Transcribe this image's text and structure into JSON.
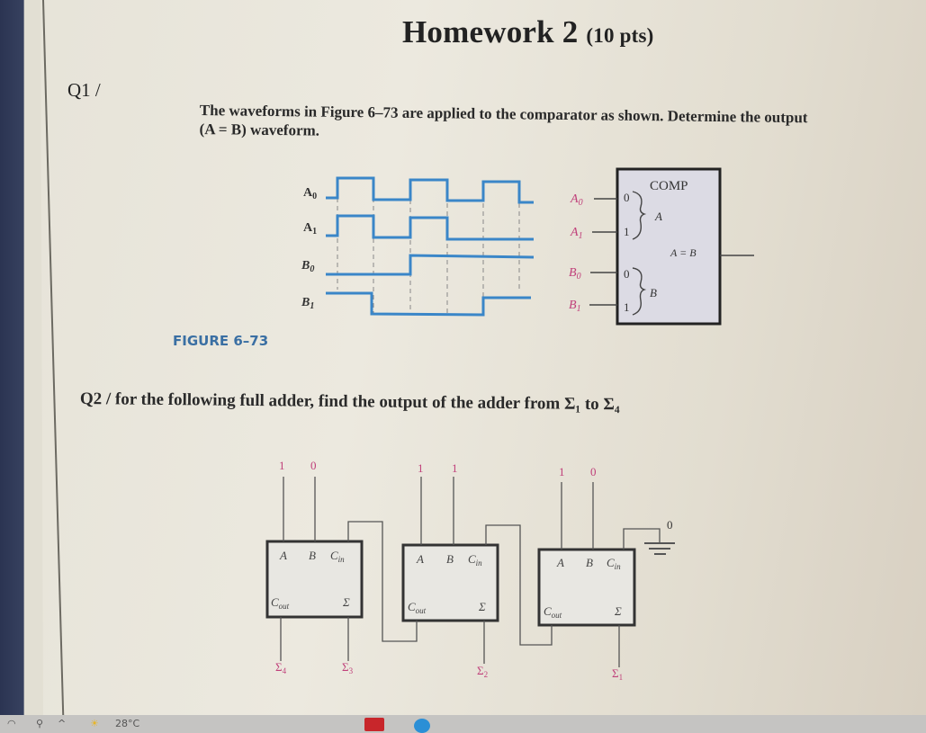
{
  "document": {
    "title": "Homework 2",
    "title_points": "(10 pts)"
  },
  "q1": {
    "label": "Q1 /",
    "text_line1": "The waveforms in Figure 6–73 are applied to the comparator as shown. Determine the output",
    "text_line2": "(A = B) waveform.",
    "figure_label": "FIGURE 6–73",
    "waveform_labels": [
      "A0",
      "A1",
      "B0",
      "B1"
    ],
    "waveforms": {
      "A0": [
        0,
        1,
        0,
        1,
        0,
        1,
        0
      ],
      "A1": [
        0,
        1,
        0,
        1,
        0,
        0,
        0
      ],
      "B0": [
        0,
        0,
        0,
        1,
        1,
        1,
        1
      ],
      "B1": [
        1,
        1,
        0,
        0,
        0,
        1,
        1
      ]
    },
    "comparator": {
      "title": "COMP",
      "inputs": [
        "A0",
        "A1",
        "B0",
        "B1"
      ],
      "pin_numbers": [
        "0",
        "1",
        "0",
        "1"
      ],
      "group_a": "A",
      "group_b": "B",
      "output": "A = B"
    }
  },
  "q2": {
    "text": "Q2 / for the following full adder, find the output of the adder from Σ₁ to Σ₄",
    "adders": [
      {
        "a": "1",
        "b": "0",
        "outputs": [
          "Σ₄",
          "Σ₃"
        ]
      },
      {
        "a": "1",
        "b": "1",
        "outputs": [
          "Σ₂"
        ]
      },
      {
        "a": "1",
        "b": "0",
        "cin": "0",
        "outputs": [
          "Σ₁"
        ]
      }
    ],
    "pin_labels": {
      "a": "A",
      "b": "B",
      "cin": "C",
      "cin_sub": "in",
      "cout": "C",
      "cout_sub": "out",
      "sum": "Σ"
    },
    "ground_value": "0"
  },
  "taskbar": {
    "weather": "28°C"
  },
  "colors": {
    "waveform": "#3a86c8",
    "pink_label": "#c0407a",
    "figure_label": "#3a6fa3"
  }
}
